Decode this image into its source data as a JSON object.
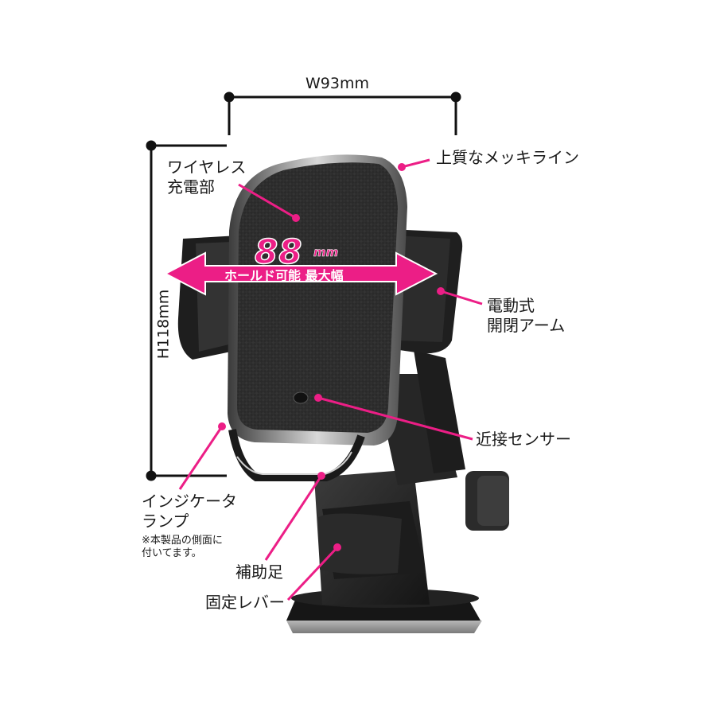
{
  "dimensions": {
    "width": "W93mm",
    "height": "H118mm"
  },
  "callouts": {
    "charger": [
      "ワイヤレス",
      "充電部"
    ],
    "plating": "上質なメッキライン",
    "arm": [
      "電動式",
      "開閉アーム"
    ],
    "sensor": "近接センサー",
    "indicator": [
      "インジケータ",
      "ランプ"
    ],
    "indicator_note": [
      "※本製品の側面に",
      "付いてます。"
    ],
    "foot": "補助足",
    "lever": "固定レバー"
  },
  "badge": {
    "value": "88",
    "unit": "mm",
    "caption": "ホールド可能 最大幅"
  },
  "accent_colors": {
    "callout": "#ec1e86",
    "badge_arrow": "#ec1e86"
  }
}
